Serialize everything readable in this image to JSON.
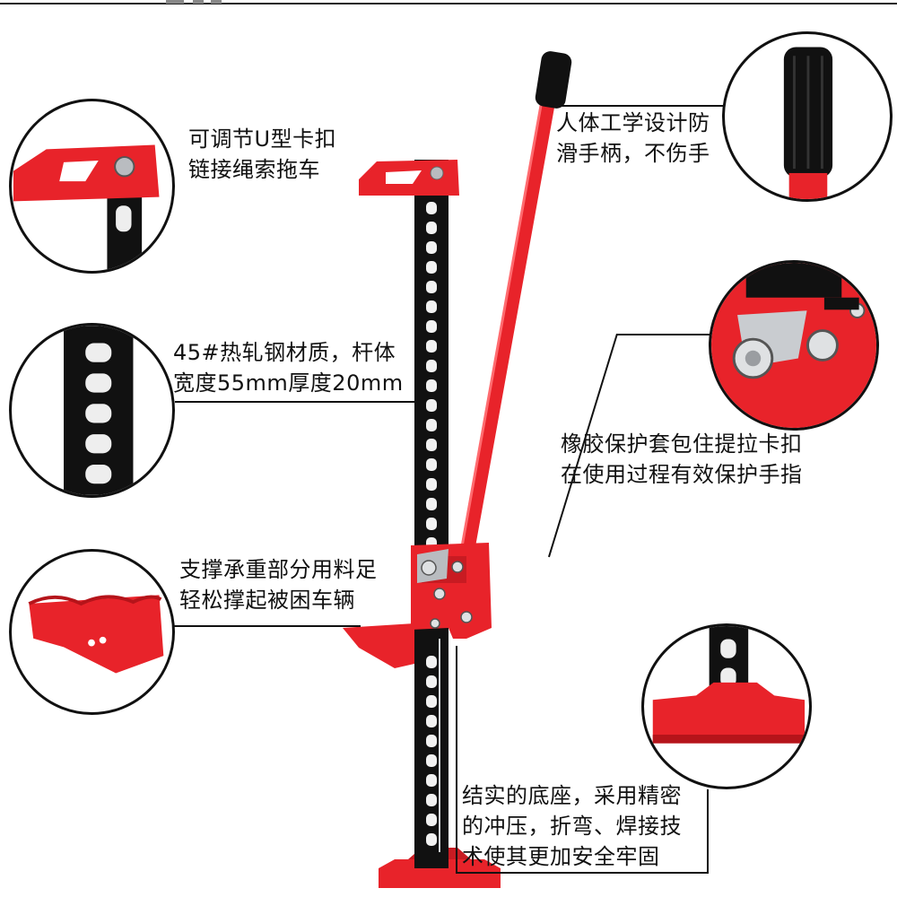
{
  "captions": {
    "u_clamp": [
      "可调节U型卡扣",
      "链接绳索拖车"
    ],
    "material": [
      "45#热轧钢材质，杆体",
      "宽度55mm厚度20mm"
    ],
    "support": [
      "支撑承重部分用料足",
      "轻松撑起被困车辆"
    ],
    "handle": [
      "人体工学设计防",
      "滑手柄，不伤手"
    ],
    "rubber": [
      "橡胶保护套包住提拉卡扣",
      "在使用过程有效保护手指"
    ],
    "base": [
      "结实的底座，采用精密",
      "的冲压，折弯、焊接技",
      "术使其更加安全牢固"
    ]
  },
  "colors": {
    "red": "#e8232a",
    "black": "#111111",
    "steel": "#b9bcc0"
  }
}
